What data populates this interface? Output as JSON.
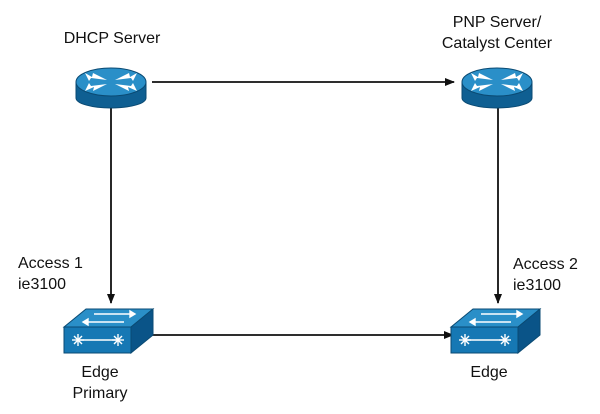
{
  "nodes": {
    "dhcp_server": {
      "label_lines": [
        "DHCP Server"
      ],
      "device": "router"
    },
    "pnp_server": {
      "label_lines": [
        "PNP Server/",
        "Catalyst Center"
      ],
      "device": "router"
    },
    "access1": {
      "label_lines": [
        "Access 1",
        "ie3100"
      ],
      "caption_lines": [
        "Edge",
        "Primary"
      ],
      "device": "switch"
    },
    "access2": {
      "label_lines": [
        "Access 2",
        "ie3100"
      ],
      "caption_lines": [
        "Edge"
      ],
      "device": "switch"
    }
  },
  "edges": [
    {
      "from": "dhcp_server",
      "to": "pnp_server"
    },
    {
      "from": "dhcp_server",
      "to": "access1"
    },
    {
      "from": "pnp_server",
      "to": "access2"
    },
    {
      "from": "access1",
      "to": "access2"
    }
  ],
  "colors": {
    "device_top": "#2a8fc8",
    "device_side": "#0f5f92",
    "device_outline": "#0a4a73",
    "glyph": "#ffffff",
    "line": "#111111",
    "text": "#111111"
  },
  "icons": [
    "router-icon",
    "switch-icon"
  ]
}
